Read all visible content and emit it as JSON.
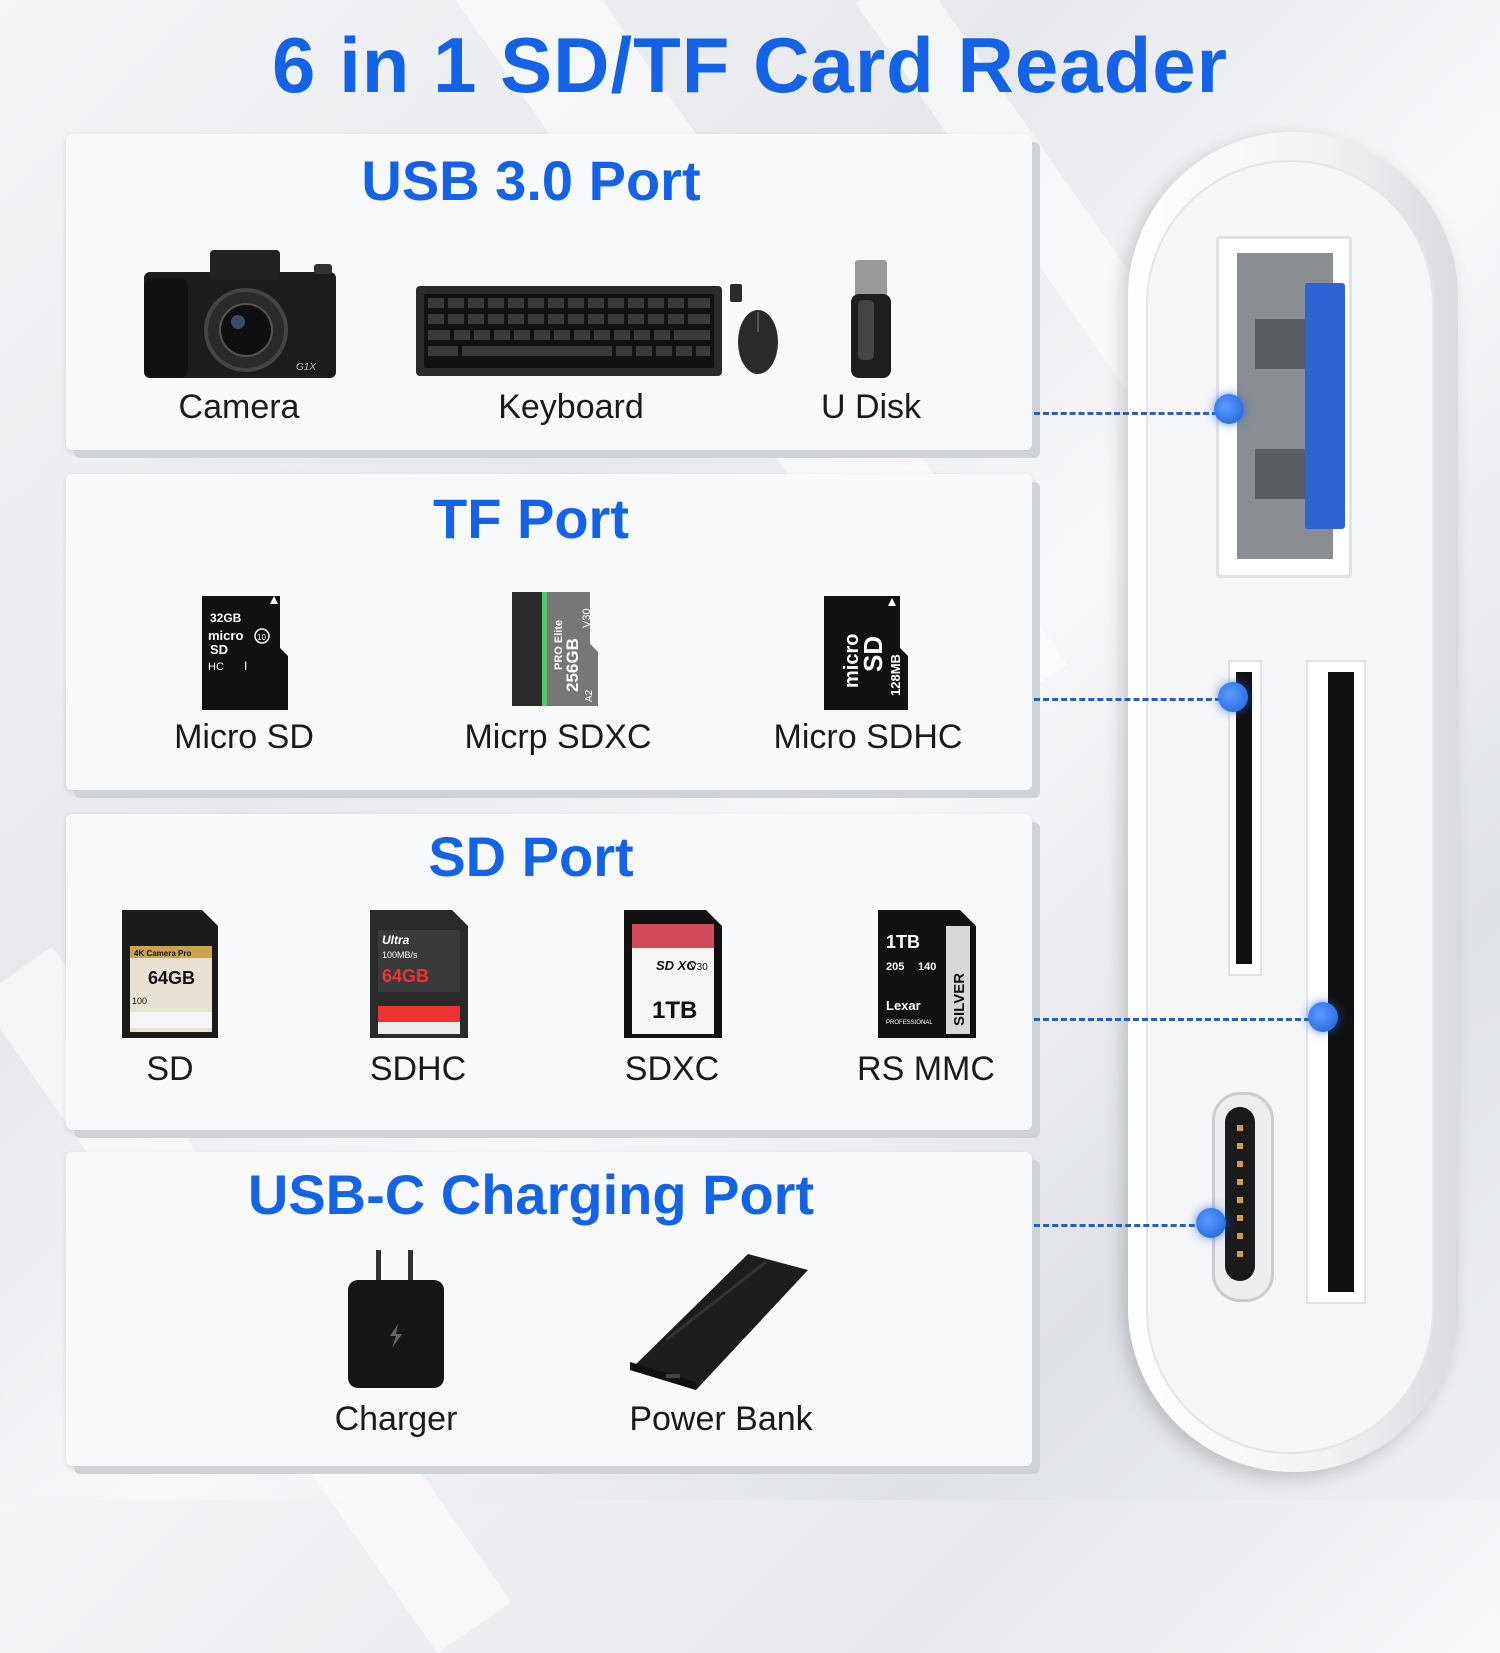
{
  "title": "6 in 1 SD/TF Card Reader",
  "sections": [
    {
      "title": "USB 3.0 Port",
      "items": [
        {
          "label": "Camera",
          "icon": "camera-icon"
        },
        {
          "label": "Keyboard",
          "icon": "keyboard-icon"
        },
        {
          "label": "U Disk",
          "icon": "usb-drive-icon"
        }
      ]
    },
    {
      "title": "TF Port",
      "items": [
        {
          "label": "Micro SD",
          "icon": "micro-sd-card-icon",
          "card_text": [
            "32GB",
            "micro",
            "SD",
            "HC",
            "10",
            "I"
          ]
        },
        {
          "label": "Micrp SDXC",
          "icon": "micro-sdxc-card-icon",
          "card_text": [
            "PRO Elite",
            "256GB",
            "V30",
            "A2"
          ]
        },
        {
          "label": "Micro SDHC",
          "icon": "micro-sdhc-card-icon",
          "card_text": [
            "micro",
            "SD",
            "128MB"
          ]
        }
      ]
    },
    {
      "title": "SD Port",
      "items": [
        {
          "label": "SD",
          "icon": "sd-card-icon",
          "card_text": [
            "4K Camera Pro",
            "64GB",
            "100"
          ]
        },
        {
          "label": "SDHC",
          "icon": "sdhc-card-icon",
          "card_text": [
            "Ultra",
            "100MB/s",
            "64GB"
          ]
        },
        {
          "label": "SDXC",
          "icon": "sdxc-card-icon",
          "card_text": [
            "SD XC",
            "V30",
            "1TB"
          ]
        },
        {
          "label": "RS MMC",
          "icon": "rs-mmc-card-icon",
          "card_text": [
            "1TB",
            "205",
            "140",
            "Lexar",
            "SILVER",
            "PROFESSIONAL"
          ]
        }
      ]
    },
    {
      "title": "USB-C Charging Port",
      "items": [
        {
          "label": "Charger",
          "icon": "charger-icon"
        },
        {
          "label": "Power Bank",
          "icon": "power-bank-icon"
        }
      ]
    }
  ],
  "colors": {
    "accent": "#1463e6",
    "connector": "#2a5fb8"
  },
  "device_ports": [
    "usb-a-port",
    "tf-slot",
    "sd-slot",
    "usb-c-port"
  ]
}
